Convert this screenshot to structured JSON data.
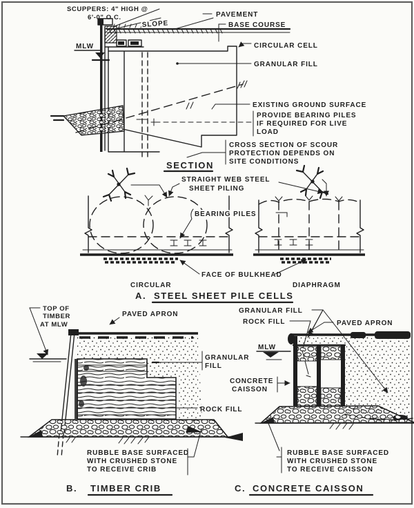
{
  "colors": {
    "ink": "#1f1f1f",
    "paper": "#fbfbf8",
    "border": "#5f5f5f"
  },
  "cross_section": {
    "scuppers_1": "SCUPPERS: 4\" HIGH @",
    "scuppers_2": "6'-0\" O.C.",
    "pavement": "PAVEMENT",
    "base_course": "BASE COURSE",
    "slope": "SLOPE",
    "mlw": "MLW",
    "circular_cell": "CIRCULAR CELL",
    "granular_fill": "GRANULAR FILL",
    "existing_ground": "EXISTING GROUND SURFACE",
    "bearing_1": "PROVIDE BEARING PILES",
    "bearing_2": "IF REQUIRED FOR LIVE",
    "bearing_3": "LOAD",
    "scour_1": "CROSS SECTION OF SCOUR",
    "scour_2": "PROTECTION DEPENDS ON",
    "scour_3": "SITE CONDITIONS",
    "title": "SECTION"
  },
  "plan": {
    "piling_1": "STRAIGHT WEB STEEL",
    "piling_2": "SHEET PILING",
    "bearing_piles": "BEARING PILES",
    "face_of_bulkhead": "FACE OF BULKHEAD",
    "circular": "CIRCULAR",
    "diaphragm": "DIAPHRAGM",
    "letter": "A.",
    "title": "STEEL SHEET PILE CELLS"
  },
  "timber_crib": {
    "top_of_timber_1": "TOP OF",
    "top_of_timber_2": "TIMBER",
    "top_of_timber_3": "AT MLW",
    "paved_apron": "PAVED APRON",
    "granular_1": "GRANULAR",
    "granular_2": "FILL",
    "rock_fill": "ROCK FILL",
    "rubble_1": "RUBBLE BASE SURFACED",
    "rubble_2": "WITH CRUSHED STONE",
    "rubble_3": "TO RECEIVE CRIB",
    "letter": "B.",
    "title": "TIMBER CRIB"
  },
  "caisson": {
    "granular_fill": "GRANULAR FILL",
    "rock_fill": "ROCK FILL",
    "paved_apron": "PAVED APRON",
    "mlw": "MLW",
    "concrete_1": "CONCRETE",
    "concrete_2": "CAISSON",
    "rubble_1": "RUBBLE BASE SURFACED",
    "rubble_2": "WITH CRUSHED STONE",
    "rubble_3": "TO RECEIVE CAISSON",
    "letter": "C.",
    "title": "CONCRETE CAISSON"
  }
}
